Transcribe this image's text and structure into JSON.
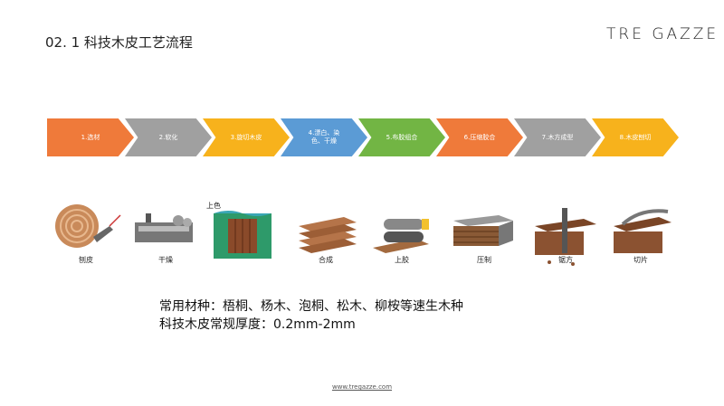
{
  "slide": {
    "title": "02. 1 科技木皮工艺流程",
    "logo": "TRE GAZZE",
    "footer_link": "www.tregazze.com"
  },
  "flow_steps": [
    {
      "label": "1.选材",
      "color": "#ef7a3a"
    },
    {
      "label": "2.软化",
      "color": "#a0a0a0"
    },
    {
      "label": "3.旋切木皮",
      "color": "#f7b21c"
    },
    {
      "label": "4.漂白、染色、干燥",
      "color": "#5b9bd5"
    },
    {
      "label": "5.布胶组合",
      "color": "#72b544"
    },
    {
      "label": "6.压缩胶合",
      "color": "#ef7a3a"
    },
    {
      "label": "7.木方成型",
      "color": "#a0a0a0"
    },
    {
      "label": "8.木皮刨切",
      "color": "#f7b21c"
    }
  ],
  "process_images": [
    {
      "label": "刨皮",
      "icon": "log-roll-icon"
    },
    {
      "label": "干燥",
      "icon": "dryer-machine-icon"
    },
    {
      "label": "上色",
      "icon": "dye-tank-icon"
    },
    {
      "label": "合成",
      "icon": "veneer-stack-icon"
    },
    {
      "label": "上胶",
      "icon": "glue-roller-icon"
    },
    {
      "label": "压制",
      "icon": "press-block-icon"
    },
    {
      "label": "锯方",
      "icon": "saw-icon"
    },
    {
      "label": "切片",
      "icon": "slicing-icon"
    }
  ],
  "description": {
    "line1": "常用材种：梧桐、杨木、泡桐、松木、柳桉等速生木种",
    "line2": "科技木皮常规厚度：0.2mm-2mm"
  }
}
